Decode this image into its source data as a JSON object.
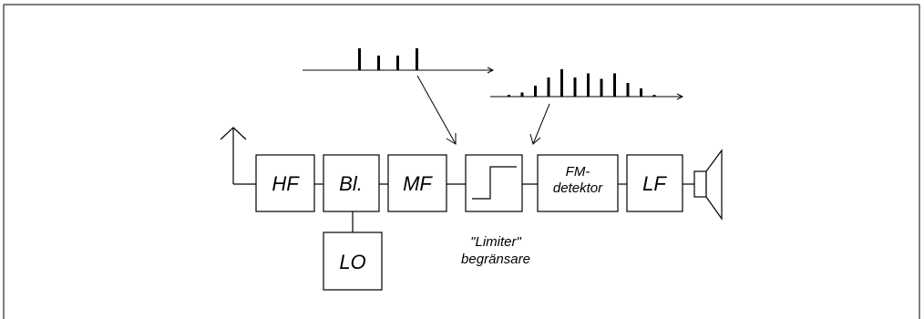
{
  "blocks": {
    "hf": "HF",
    "bl": "Bl.",
    "mf": "MF",
    "lo": "LO",
    "fm_line1": "FM-",
    "fm_line2": "detektor",
    "lf": "LF"
  },
  "limiter_caption": {
    "line1": "\"Limiter\"",
    "line2": "begränsare"
  },
  "spectrum_top": {
    "bars": [
      0.75,
      0.5,
      0.5,
      0.75
    ]
  },
  "spectrum_right": {
    "bars": [
      0.05,
      0.15,
      0.4,
      0.7,
      1.0,
      0.7,
      0.85,
      0.65,
      0.85,
      0.5,
      0.3,
      0.05
    ]
  }
}
